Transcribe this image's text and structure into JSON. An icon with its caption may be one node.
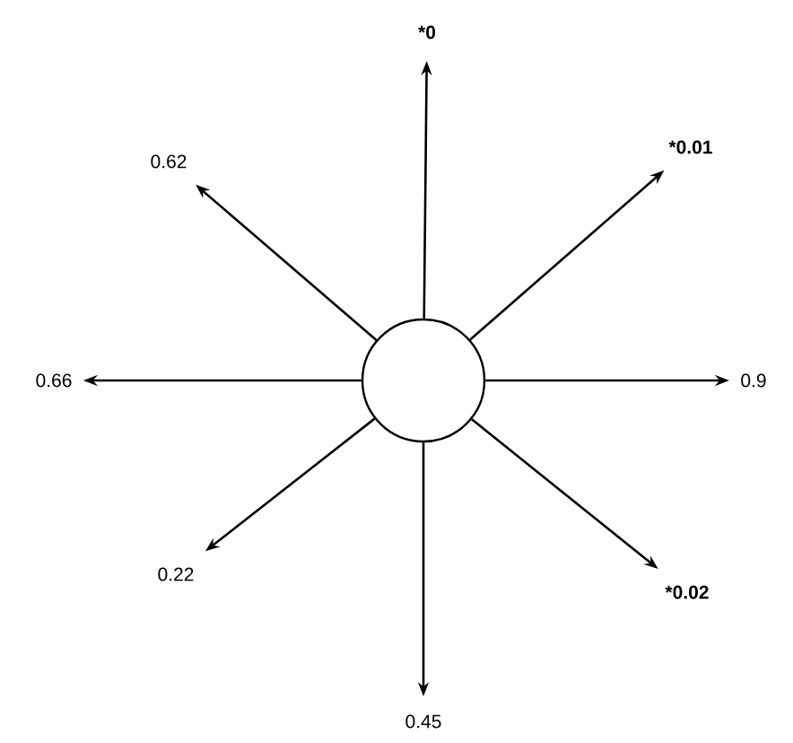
{
  "diagram": {
    "nodes": [
      {
        "text": [],
        "shape": "circle"
      },
      {
        "text": [
          "*0"
        ]
      },
      {
        "text": [
          "0.62"
        ]
      },
      {
        "text": [
          "*0.01"
        ]
      },
      {
        "text": [
          "0.66"
        ]
      },
      {
        "text": [
          "0.9"
        ]
      },
      {
        "text": [
          "0.22"
        ]
      },
      {
        "text": [
          "*0.02"
        ]
      },
      {
        "text": [
          "0.45"
        ]
      }
    ],
    "edges": [
      {
        "from": 0,
        "to": 1,
        "arrow": "to"
      },
      {
        "from": 0,
        "to": 2,
        "arrow": "to"
      },
      {
        "from": 0,
        "to": 3,
        "arrow": "to"
      },
      {
        "from": 0,
        "to": 4,
        "arrow": "to"
      },
      {
        "from": 0,
        "to": 5,
        "arrow": "to"
      },
      {
        "from": 0,
        "to": 6,
        "arrow": "to"
      },
      {
        "from": 0,
        "to": 7,
        "arrow": "to"
      },
      {
        "from": 0,
        "to": 8,
        "arrow": "to"
      }
    ]
  }
}
